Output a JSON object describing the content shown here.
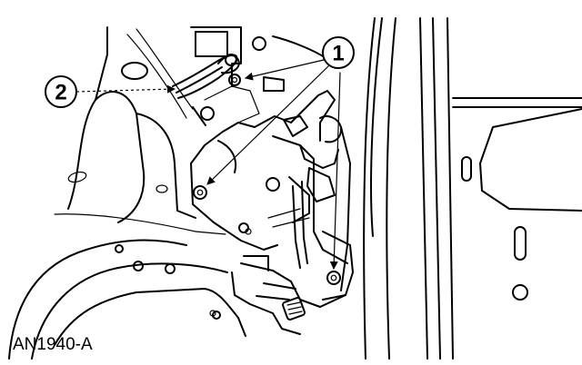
{
  "callouts": [
    {
      "number": "1"
    },
    {
      "number": "2"
    }
  ],
  "figure_id": "AN1940-A"
}
